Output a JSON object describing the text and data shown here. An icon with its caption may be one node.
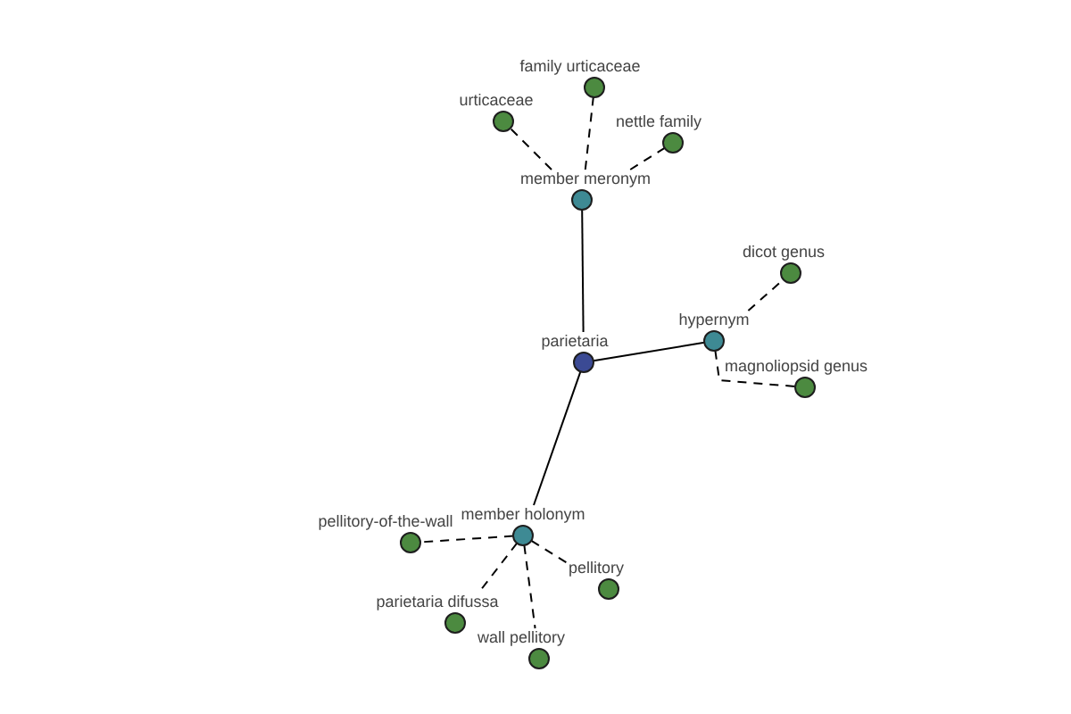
{
  "diagram": {
    "nodes": [
      {
        "text": [
          "family urticaceae"
        ]
      },
      {
        "text": [
          "urticaceae"
        ]
      },
      {
        "text": [
          "nettle family"
        ]
      },
      {
        "text": [
          "member meronym"
        ]
      },
      {
        "text": [
          "dicot genus"
        ]
      },
      {
        "text": [
          "hypernym"
        ]
      },
      {
        "text": [
          "parietaria"
        ]
      },
      {
        "text": [
          "magnoliopsid genus"
        ]
      },
      {
        "text": [
          "member holonym"
        ]
      },
      {
        "text": [
          "pellitory-of-the-wall"
        ]
      },
      {
        "text": [
          "pellitory"
        ]
      },
      {
        "text": [
          "parietaria difussa"
        ]
      },
      {
        "text": [
          "wall pellitory"
        ]
      }
    ],
    "edges": [
      {
        "from": 6,
        "to": 3,
        "arrow": "none"
      },
      {
        "from": 6,
        "to": 5,
        "arrow": "none"
      },
      {
        "from": 6,
        "to": 8,
        "arrow": "none"
      },
      {
        "from": 3,
        "to": 0,
        "arrow": "none",
        "style": "dashed"
      },
      {
        "from": 3,
        "to": 1,
        "arrow": "none",
        "style": "dashed"
      },
      {
        "from": 3,
        "to": 2,
        "arrow": "none",
        "style": "dashed"
      },
      {
        "from": 5,
        "to": 4,
        "arrow": "none",
        "style": "dashed"
      },
      {
        "from": 5,
        "to": 7,
        "arrow": "none",
        "style": "dashed"
      },
      {
        "from": 8,
        "to": 9,
        "arrow": "none",
        "style": "dashed"
      },
      {
        "from": 8,
        "to": 10,
        "arrow": "none",
        "style": "dashed"
      },
      {
        "from": 8,
        "to": 11,
        "arrow": "none",
        "style": "dashed"
      },
      {
        "from": 8,
        "to": 12,
        "arrow": "none",
        "style": "dashed"
      }
    ]
  }
}
